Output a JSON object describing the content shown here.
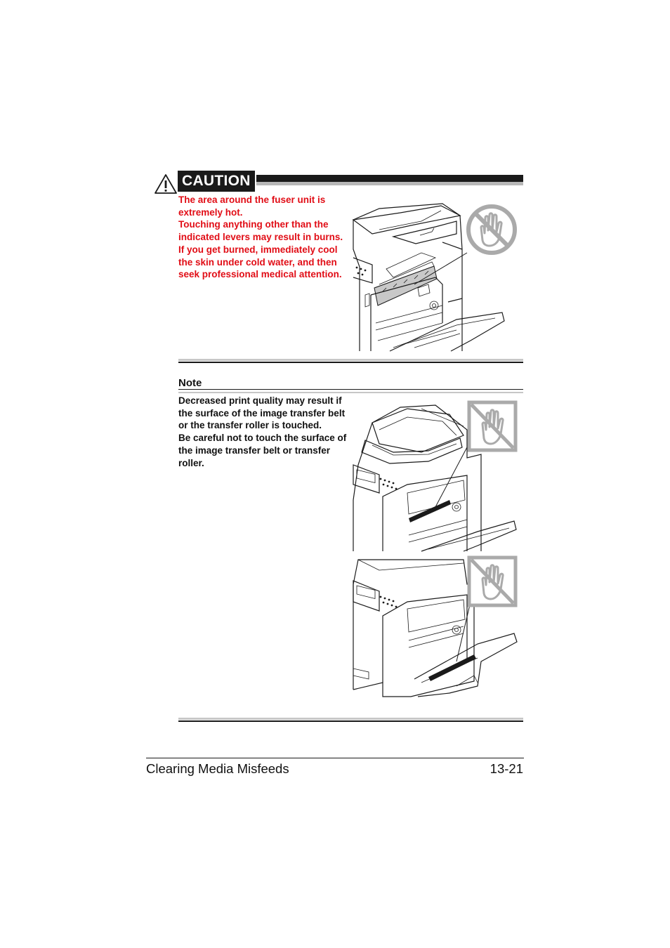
{
  "caution": {
    "label": "CAUTION",
    "paragraphs": [
      "The area around the fuser unit is extremely hot.",
      "Touching anything other than the indicated levers may result in burns. If you get burned, immediately cool the skin under cold water, and then seek professional medical attention."
    ]
  },
  "note": {
    "title": "Note",
    "paragraphs": [
      "Decreased print quality may result if the surface of the image transfer belt or the transfer roller is touched.",
      "Be careful not to touch the surface of the image transfer belt or transfer roller."
    ]
  },
  "footer": {
    "section_title": "Clearing Media Misfeeds",
    "page_number": "13-21"
  },
  "colors": {
    "caution_text": "#e10d16",
    "caution_band": "#1a1a1a",
    "rule_gray": "#c7c7c7",
    "fuser_highlight": "#c8c8c8",
    "no_touch_icon": "#aaaaaa"
  },
  "icons": [
    "warning-triangle-icon",
    "no-touch-hand-icon"
  ]
}
